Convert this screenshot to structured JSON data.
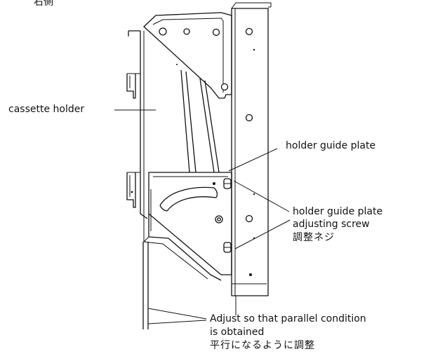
{
  "corner_text": "右側",
  "labels": {
    "cassette_holder": "cassette holder",
    "holder_guide_plate": "holder guide plate",
    "adjusting_screw_line1": "holder guide plate",
    "adjusting_screw_line2": "adjusting screw",
    "adjusting_screw_jp": "調整ネジ",
    "adjust_line1": "Adjust so that parallel condition",
    "adjust_line2": "is obtained",
    "adjust_jp": "平行になるように調整"
  }
}
